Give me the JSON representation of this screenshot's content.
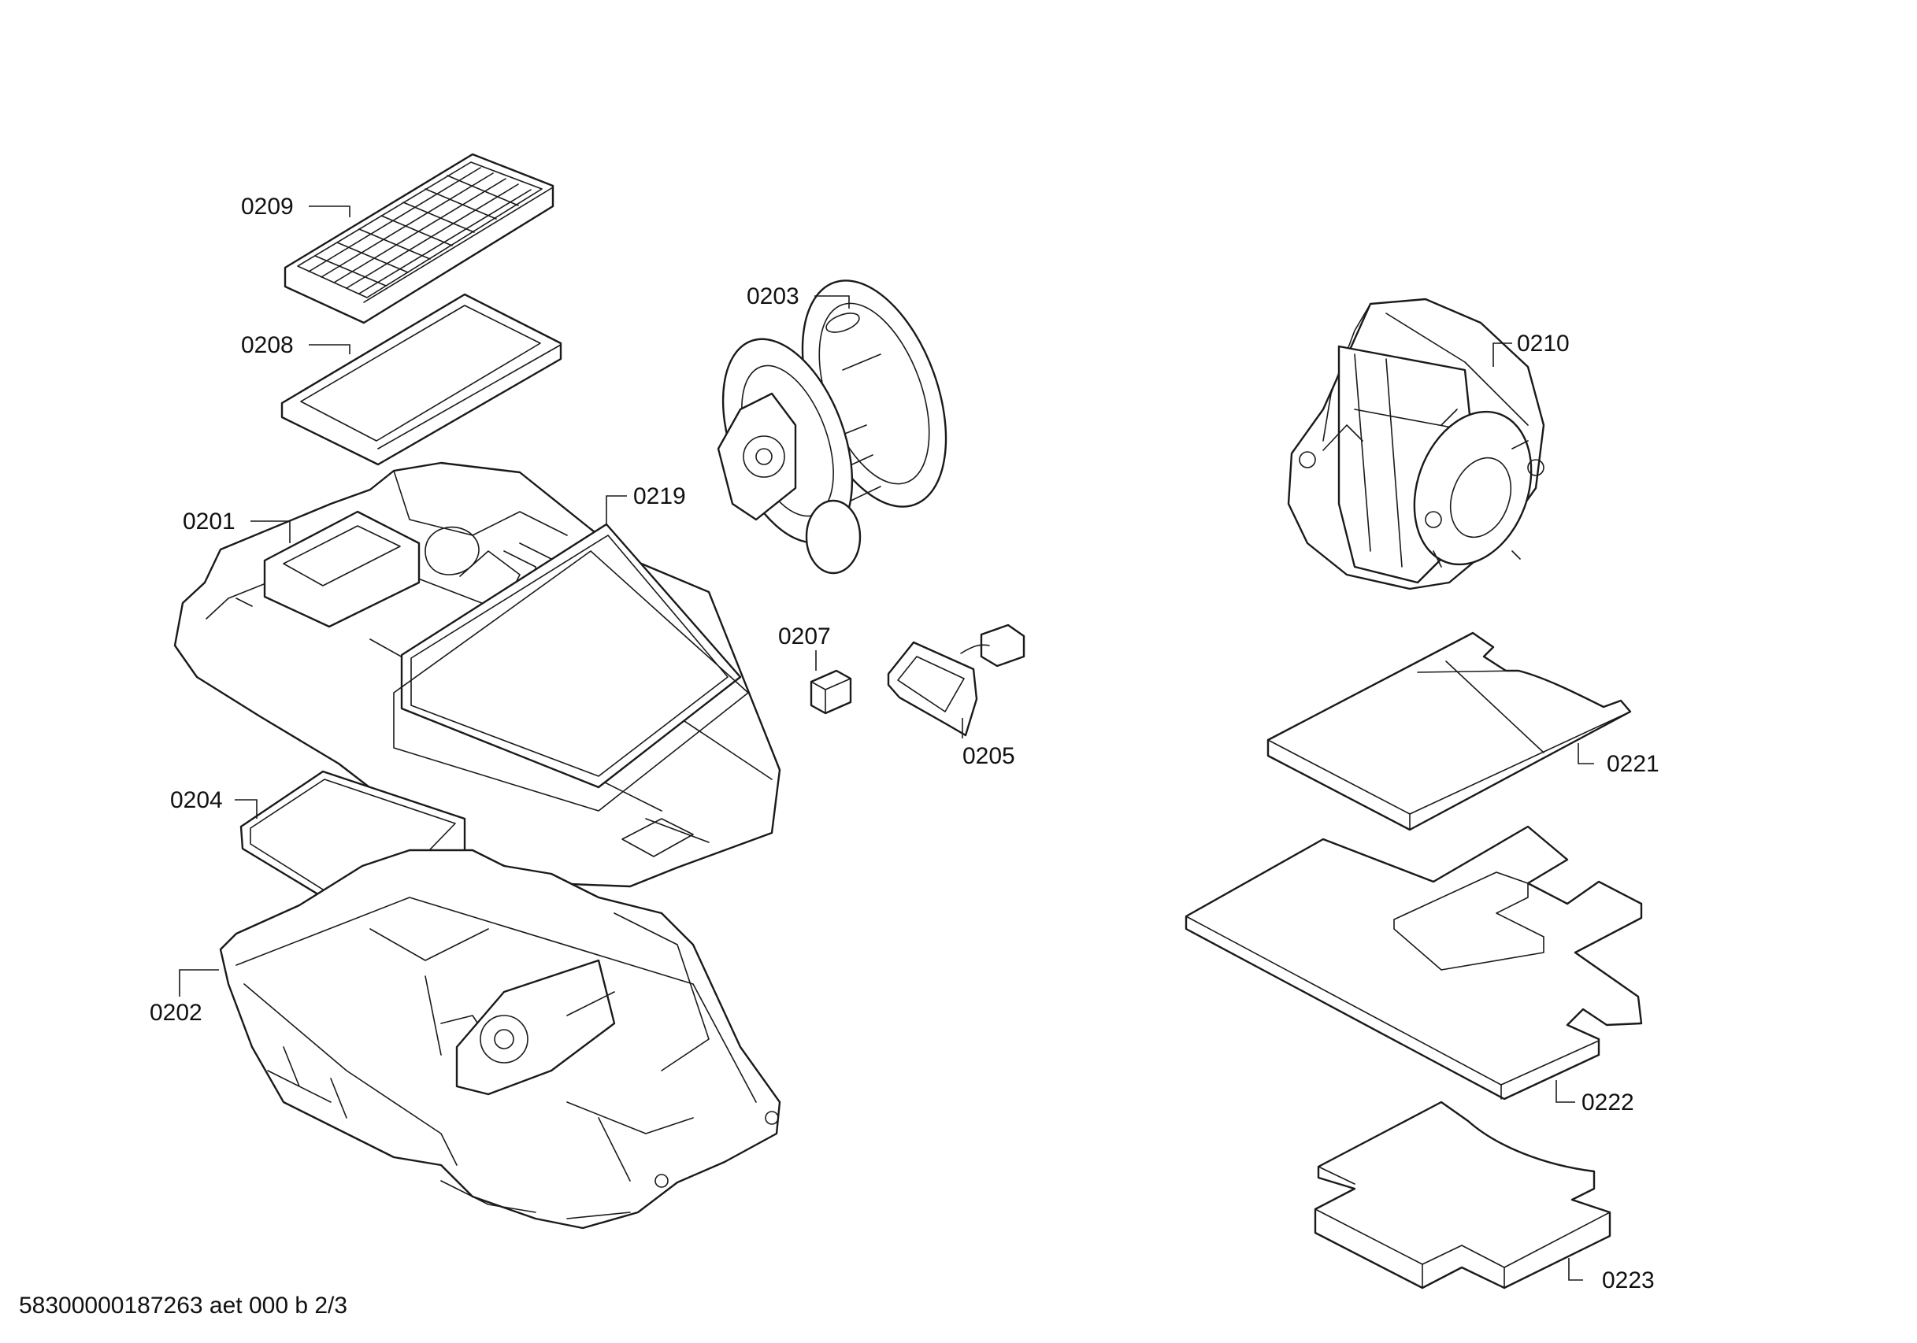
{
  "diagram": {
    "callouts": {
      "p0209": "0209",
      "p0208": "0208",
      "p0201": "0201",
      "p0219": "0219",
      "p0203": "0203",
      "p0207": "0207",
      "p0205": "0205",
      "p0204": "0204",
      "p0202": "0202",
      "p0210": "0210",
      "p0221": "0221",
      "p0222": "0222",
      "p0223": "0223"
    },
    "footer": "58300000187263 aet 000 b 2/3"
  }
}
